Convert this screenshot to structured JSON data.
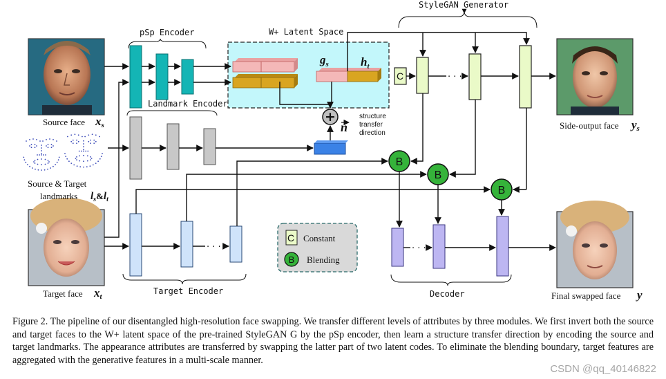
{
  "figure": {
    "headers": {
      "stylegan": "StyleGAN Generator",
      "psp": "pSp Encoder",
      "wplus": "W+ Latent Space",
      "landmark": "Landmark Encoder",
      "target_enc": "Target Encoder",
      "decoder": "Decoder"
    },
    "labels": {
      "source_face": "Source face",
      "source_face_sym": "x",
      "source_face_sub": "s",
      "landmarks_line1": "Source & Target",
      "landmarks_line2": "landmarks",
      "landmarks_sym": "l",
      "landmarks_sub1": "s",
      "landmarks_amp": "&",
      "landmarks_sub2": "t",
      "target_face": "Target face",
      "target_face_sym": "x",
      "target_face_sub": "t",
      "side_output": "Side-output face",
      "side_output_sym": "y",
      "side_output_sub": "s",
      "final_swapped": "Final swapped face",
      "final_swapped_sym": "y",
      "g_sym": "g",
      "g_sub": "s",
      "h_sym": "h",
      "h_sub": "t",
      "n_sym": "n",
      "structure_line1": "structure",
      "structure_line2": "transfer",
      "structure_line3": "direction",
      "plus_sign": "+",
      "dots": "· · ·"
    },
    "legend": {
      "constant_letter": "C",
      "constant_label": "Constant",
      "blending_letter": "B",
      "blending_label": "Blending"
    },
    "nodes": {
      "constant_letter": "C",
      "blend_letter": "B"
    },
    "colors": {
      "psp_teal": "#14b5b5",
      "landmark_gray": "#c8c8c8",
      "target_blue": "#cfe3fa",
      "generator_green": "#eafac8",
      "decoder_purple": "#bdb6f2",
      "blend_green": "#35b33a",
      "latent_pink": "#f4b8b8",
      "latent_gold": "#d9a521",
      "latent_bg": "#c3f7fb",
      "direction_blue": "#3b82e6",
      "legend_bg": "#d9d9d9"
    }
  },
  "caption": {
    "text": "Figure 2. The pipeline of our disentangled high-resolution face swapping. We transfer different levels of attributes by three modules. We first invert both the source and target faces to the W+ latent space of the pre-trained StyleGAN G by the pSp encoder, then learn a structure transfer direction by encoding the source and target landmarks. The appearance attributes are transferred by swapping the latter part of two latent codes. To eliminate the blending boundary, target features are aggregated with the generative features in a multi-scale manner."
  },
  "watermark": "CSDN @qq_40146822"
}
